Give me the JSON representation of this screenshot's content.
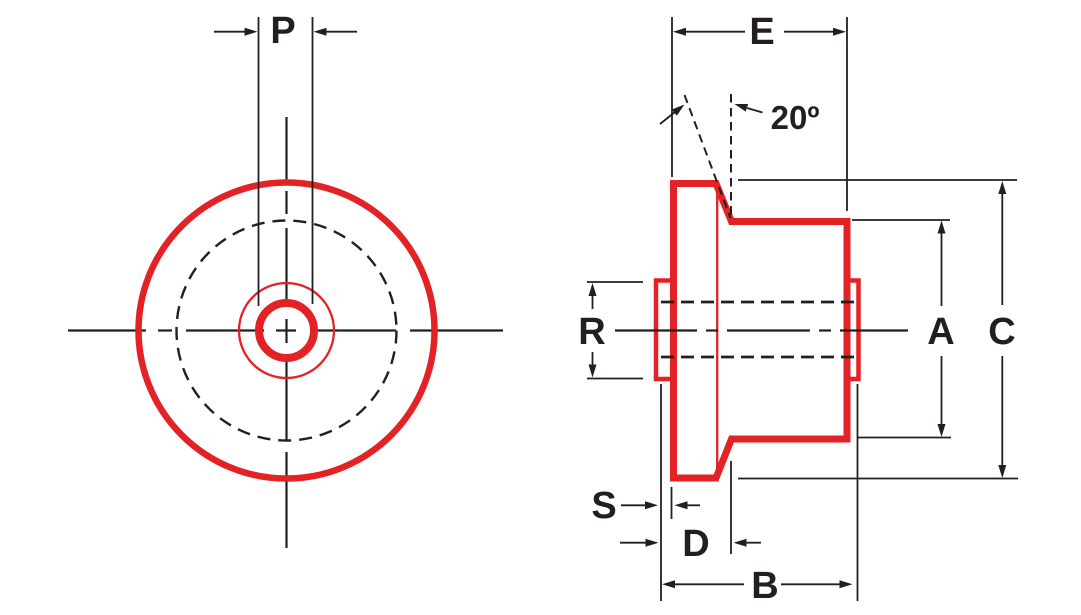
{
  "drawing": {
    "background": "#ffffff",
    "colors": {
      "part_outline_red": "#e32226",
      "annotation_black": "#231f20"
    },
    "front_view": {
      "labels": {
        "bore_diameter": "P"
      }
    },
    "side_view": {
      "labels": {
        "flange_face_to_body_end": "E",
        "chamfer_angle": "20º",
        "pilot_diameter": "R",
        "body_diameter": "A",
        "flange_diameter": "C",
        "pilot_protrusion": "S",
        "head_depth": "D",
        "overall_length": "B"
      }
    }
  }
}
